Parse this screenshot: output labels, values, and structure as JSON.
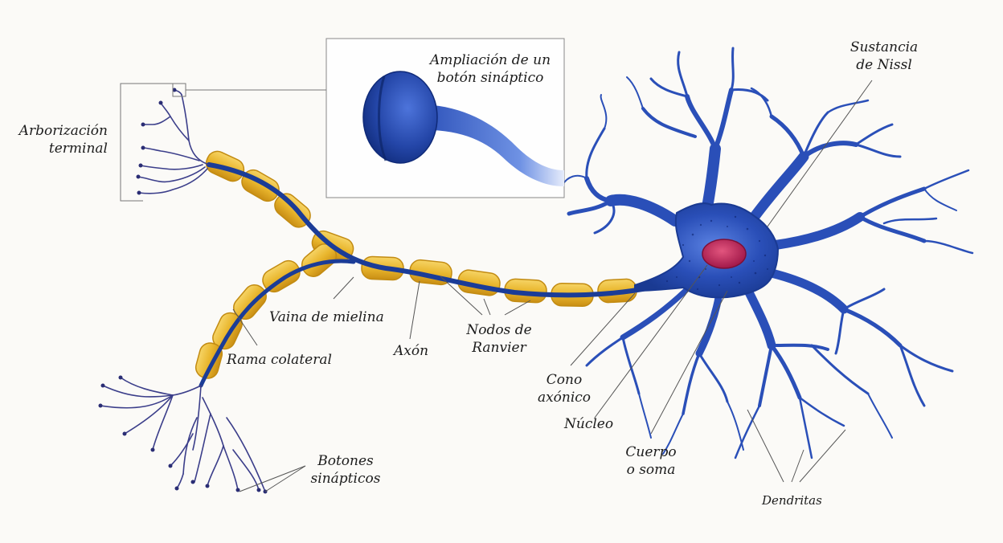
{
  "labels": {
    "arborizacion": [
      "Arborización",
      "terminal"
    ],
    "ampliacion": [
      "Ampliación de un",
      "botón sináptico"
    ],
    "sustancia": [
      "Sustancia",
      "de Nissl"
    ],
    "vaina": "Vaina de mielina",
    "rama": "Rama colateral",
    "axon": "Axón",
    "nodos": [
      "Nodos de",
      "Ranvier"
    ],
    "cono": [
      "Cono",
      "axónico"
    ],
    "nucleo": "Núcleo",
    "cuerpo": [
      "Cuerpo",
      "o soma"
    ],
    "botones": [
      "Botones",
      "sinápticos"
    ],
    "dendritas": "Dendritas"
  },
  "colors": {
    "neuron_blue": "#2a4fb8",
    "neuron_dark": "#14307e",
    "myelin": "#e9b62d",
    "myelin_edge": "#c28b12",
    "nucleus": "#c2285a",
    "terminals": "#3b3e8a"
  }
}
